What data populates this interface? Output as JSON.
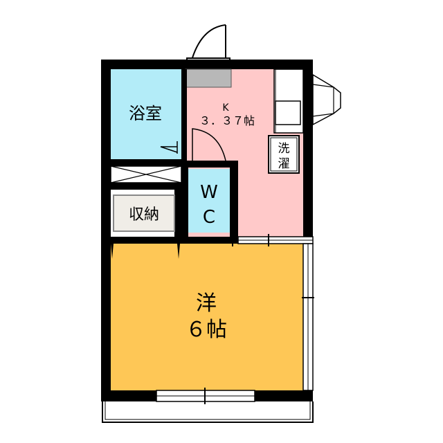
{
  "rooms": {
    "bath": {
      "label": "浴室",
      "color": "#b3ecf8"
    },
    "kitchen": {
      "label": "K",
      "size": "３．３７帖",
      "color": "#ffc9c9"
    },
    "laundry": {
      "label_top": "洗",
      "label_bottom": "濯"
    },
    "wc": {
      "label_top": "W",
      "label_bottom": "C",
      "color": "#b3ecf8"
    },
    "storage": {
      "label": "収納",
      "color": "#f0ede7"
    },
    "western": {
      "label": "洋",
      "size": "６帖",
      "color": "#fec756"
    }
  }
}
